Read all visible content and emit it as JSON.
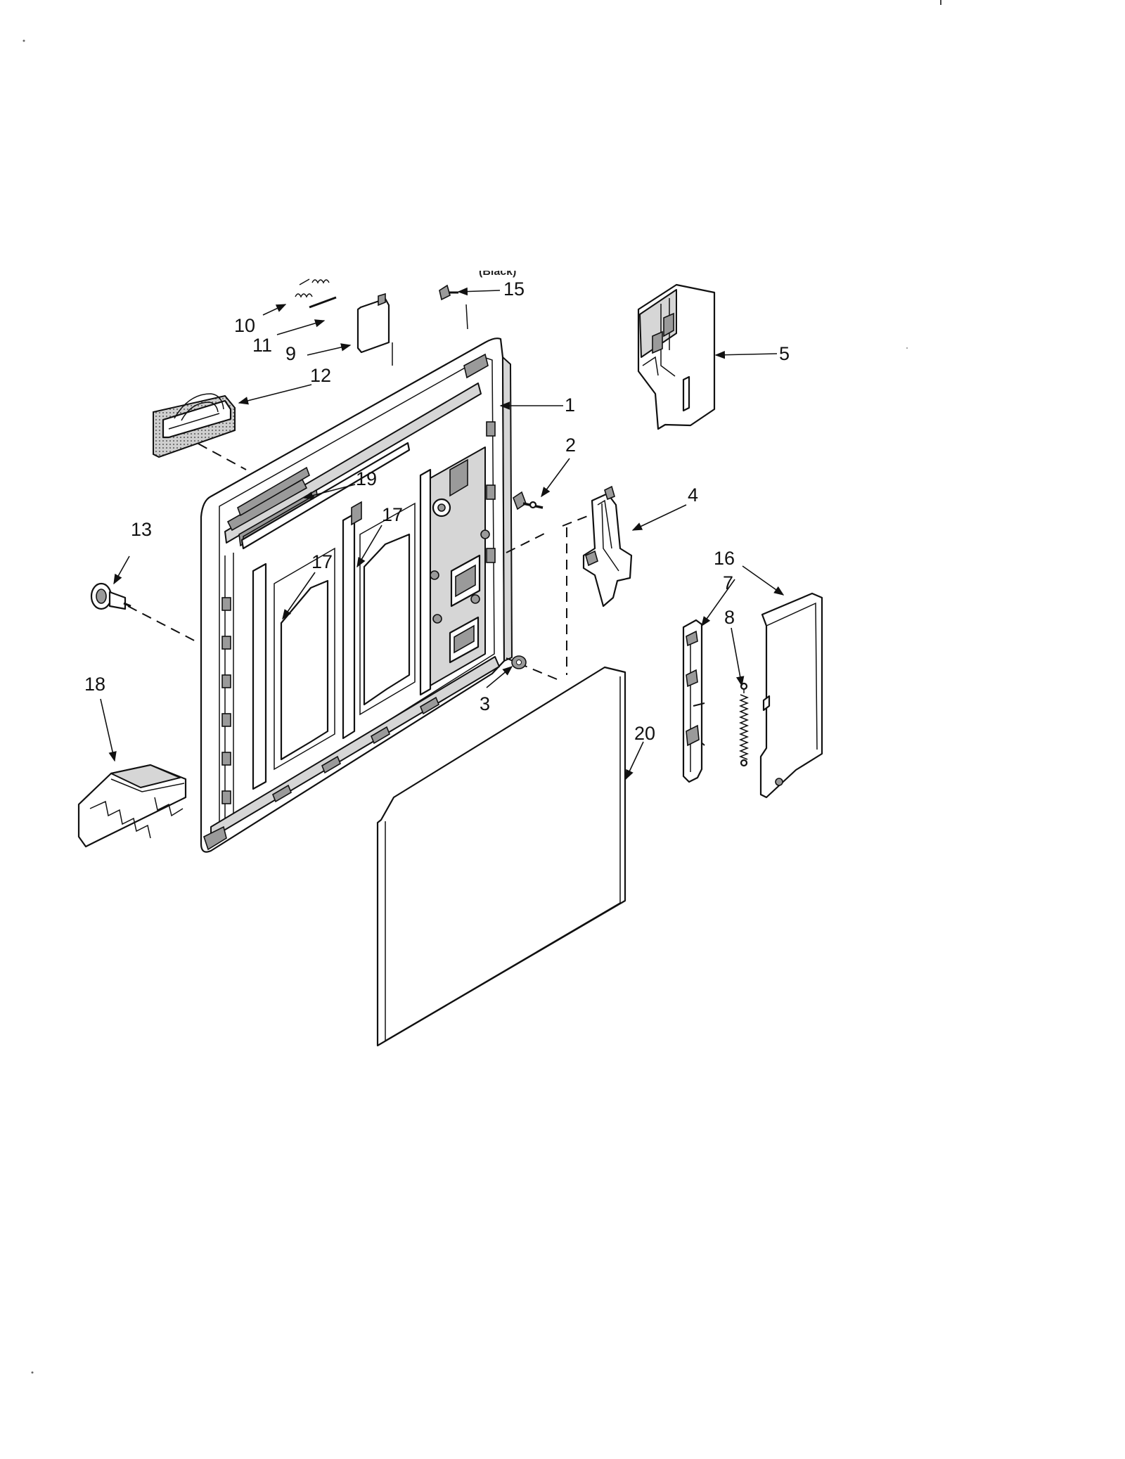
{
  "header_fragment": "(Black)",
  "callouts": [
    {
      "id": "c1",
      "label": "1"
    },
    {
      "id": "c2",
      "label": "2"
    },
    {
      "id": "c3",
      "label": "3"
    },
    {
      "id": "c4",
      "label": "4"
    },
    {
      "id": "c5",
      "label": "5"
    },
    {
      "id": "c7",
      "label": "7"
    },
    {
      "id": "c8",
      "label": "8"
    },
    {
      "id": "c9",
      "label": "9"
    },
    {
      "id": "c10",
      "label": "10"
    },
    {
      "id": "c11",
      "label": "11"
    },
    {
      "id": "c12",
      "label": "12"
    },
    {
      "id": "c13",
      "label": "13"
    },
    {
      "id": "c15",
      "label": "15"
    },
    {
      "id": "c16",
      "label": "16"
    },
    {
      "id": "c17a",
      "label": "17"
    },
    {
      "id": "c17b",
      "label": "17"
    },
    {
      "id": "c18",
      "label": "18"
    },
    {
      "id": "c19",
      "label": "19"
    },
    {
      "id": "c20",
      "label": "20"
    }
  ]
}
